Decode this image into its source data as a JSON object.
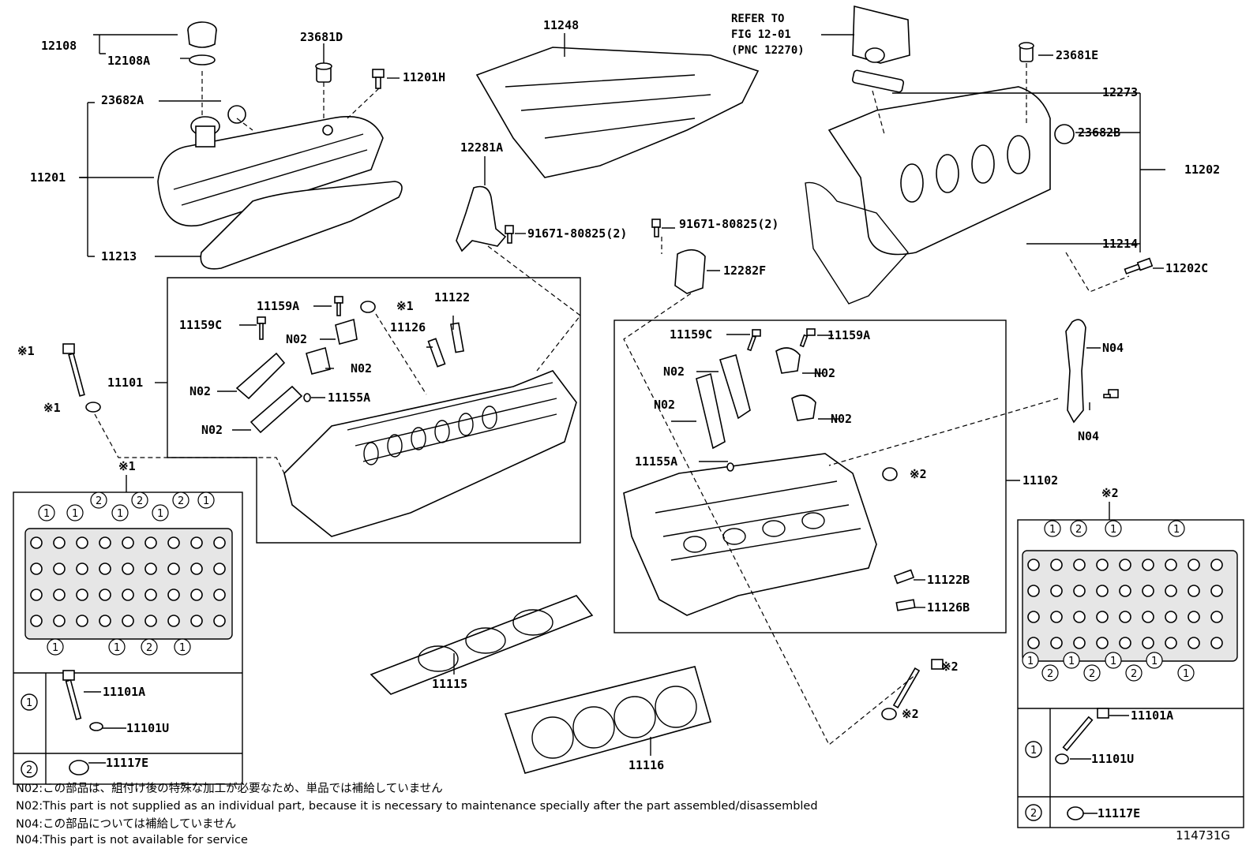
{
  "labels": {
    "p12108": "12108",
    "p12108A": "12108A",
    "p23681D": "23681D",
    "p11201H": "11201H",
    "p23682A": "23682A",
    "p11201": "11201",
    "p11213": "11213",
    "p11248": "11248",
    "p12281A": "12281A",
    "p91671_left": "91671-80825(2)",
    "p91671_right": "91671-80825(2)",
    "p12282F": "12282F",
    "p23681E": "23681E",
    "p12273": "12273",
    "p23682B": "23682B",
    "p11202": "11202",
    "p11214": "11214",
    "p11202C": "11202C",
    "p11159A_l": "11159A",
    "p11159C_l": "11159C",
    "p11122": "11122",
    "p11126": "11126",
    "p11101": "11101",
    "p11155A_l": "11155A",
    "p11159C_r": "11159C",
    "p11159A_r": "11159A",
    "p11155A_r": "11155A",
    "p11102": "11102",
    "p11122B": "11122B",
    "p11126B": "11126B",
    "p11115": "11115",
    "p11116": "11116",
    "pN04_a": "N04",
    "pN04_b": "N04",
    "n02": "N02",
    "mark1": "※1",
    "mark2": "※2"
  },
  "refer": {
    "line1": "REFER TO",
    "line2": "FIG 12-01",
    "line3": "(PNC 12270)"
  },
  "legend_left": {
    "header": "※1",
    "row1_symbol": "1",
    "row1_parts": [
      "11101A",
      "11101U"
    ],
    "row2_symbol": "2",
    "row2_parts": [
      "11117E"
    ]
  },
  "legend_right": {
    "header": "※2",
    "row1_symbol": "1",
    "row1_parts": [
      "11101A",
      "11101U"
    ],
    "row2_symbol": "2",
    "row2_parts": [
      "11117E"
    ]
  },
  "notes": [
    "N02:この部品は、組付け後の特殊な加工が必要なため、単品では補給していません",
    "N02:This part is not supplied as an individual part, because it is necessary to maintenance specially after the part assembled/disassembled",
    "N04:この部品については補給していません",
    "N04:This part is not available for service"
  ],
  "figure_code": "114731G"
}
